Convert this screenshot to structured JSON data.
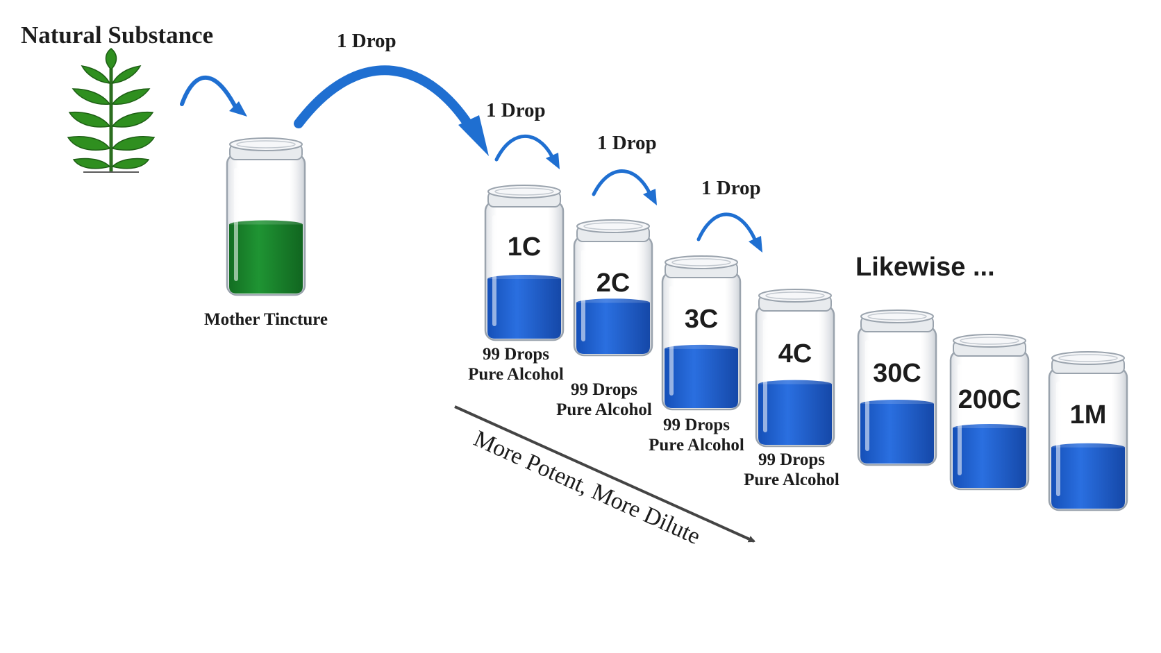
{
  "colors": {
    "arrow": "#1f6fd1",
    "liquid_blue": "#1a5fd0",
    "liquid_green": "#17842a",
    "axis_arrow": "#444444",
    "text": "#1c1c1c"
  },
  "diagram": {
    "title": "Natural Substance",
    "drop_label": "1 Drop",
    "mother_tincture": {
      "label": "Mother Tincture",
      "fill": 0.5
    },
    "stock_line1": "99 Drops",
    "stock_line2": "Pure Alcohol",
    "likewise": "Likewise ...",
    "axis_label": "More Potent, More Dilute",
    "jars": [
      {
        "label": "1C",
        "fill": 0.44
      },
      {
        "label": "2C",
        "fill": 0.44
      },
      {
        "label": "3C",
        "fill": 0.44
      },
      {
        "label": "4C",
        "fill": 0.44
      },
      {
        "label": "30C",
        "fill": 0.44
      },
      {
        "label": "200C",
        "fill": 0.44
      },
      {
        "label": "1M",
        "fill": 0.44
      }
    ]
  }
}
